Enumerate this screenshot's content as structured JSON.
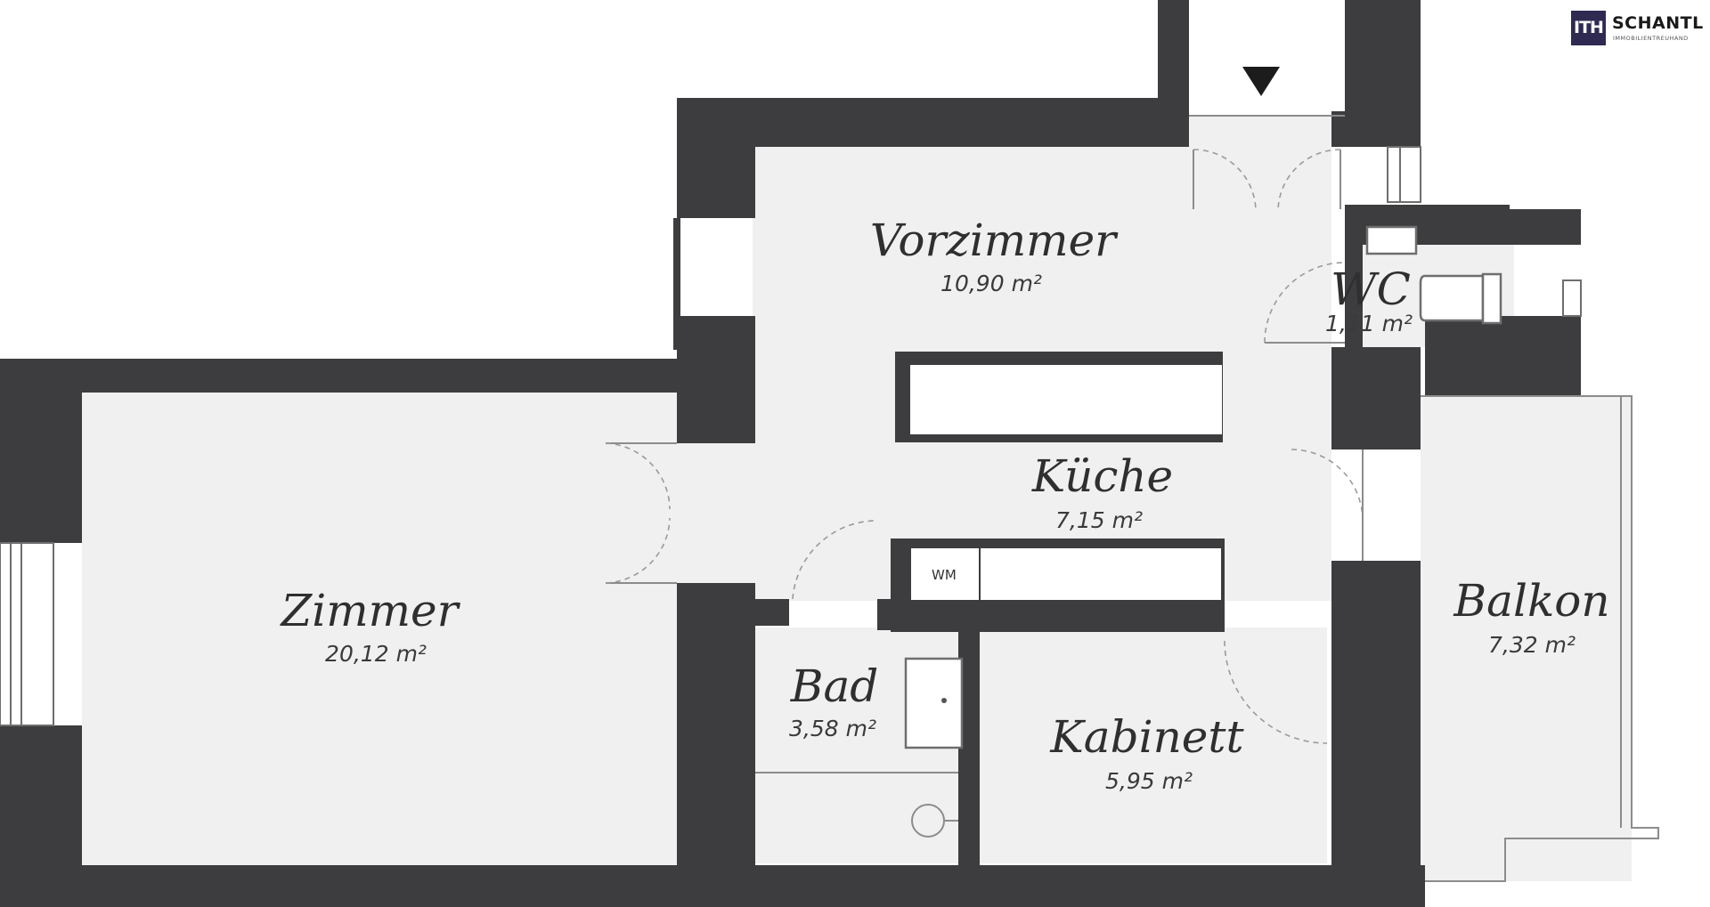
{
  "logo": {
    "mark": "ITH",
    "name": "SCHANTL",
    "subtitle": "IMMOBILIENTREUHAND"
  },
  "rooms": {
    "vorzimmer": {
      "name": "Vorzimmer",
      "area": "10,90 m²"
    },
    "wc": {
      "name": "WC",
      "area": "1,11 m²"
    },
    "kueche": {
      "name": "Küche",
      "area": "7,15 m²"
    },
    "zimmer": {
      "name": "Zimmer",
      "area": "20,12 m²"
    },
    "bad": {
      "name": "Bad",
      "area": "3,58 m²"
    },
    "kabinett": {
      "name": "Kabinett",
      "area": "5,95 m²"
    },
    "balkon": {
      "name": "Balkon",
      "area": "7,32 m²"
    }
  },
  "fixtures": {
    "washing_machine_label": "WM"
  },
  "colors": {
    "wall": "#3d3d3f",
    "floor": "#f0f0f0",
    "logo_mark": "#2e2a52"
  },
  "icons": {
    "entrance": "entrance-arrow-icon"
  }
}
